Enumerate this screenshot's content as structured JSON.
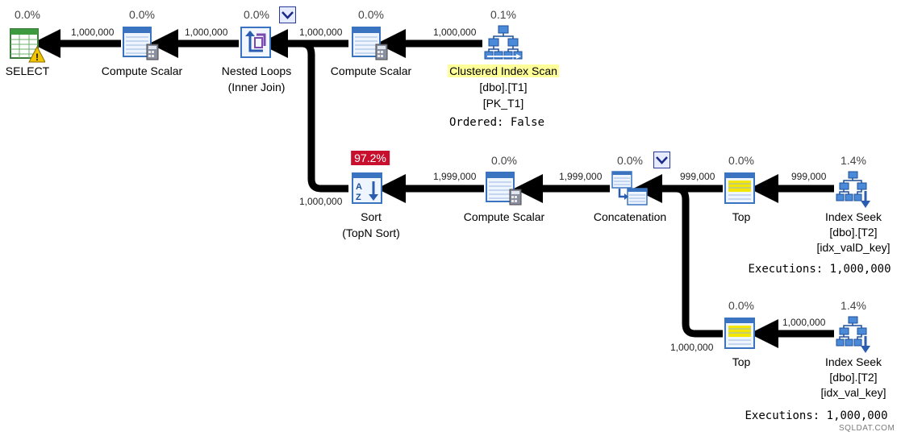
{
  "operators": {
    "select": {
      "pct": "0.0%",
      "label": "SELECT"
    },
    "compute_scalar_1": {
      "pct": "0.0%",
      "label": "Compute Scalar"
    },
    "nested_loops": {
      "pct": "0.0%",
      "label": "Nested Loops",
      "sub": "(Inner Join)"
    },
    "compute_scalar_2": {
      "pct": "0.0%",
      "label": "Compute Scalar"
    },
    "clustered_index_scan": {
      "pct": "0.1%",
      "label": "Clustered Index Scan",
      "line2": "[dbo].[T1]",
      "line3": "[PK_T1]",
      "note": "Ordered: False"
    },
    "sort": {
      "pct": "97.2%",
      "label": "Sort",
      "sub": "(TopN Sort)"
    },
    "compute_scalar_3": {
      "pct": "0.0%",
      "label": "Compute Scalar"
    },
    "concatenation": {
      "pct": "0.0%",
      "label": "Concatenation"
    },
    "top_1": {
      "pct": "0.0%",
      "label": "Top"
    },
    "index_seek_1": {
      "pct": "1.4%",
      "label": "Index Seek",
      "line2": "[dbo].[T2]",
      "line3": "[idx_valD_key]",
      "note": "Executions: 1,000,000"
    },
    "top_2": {
      "pct": "0.0%",
      "label": "Top"
    },
    "index_seek_2": {
      "pct": "1.4%",
      "label": "Index Seek",
      "line2": "[dbo].[T2]",
      "line3": "[idx_val_key]",
      "note": "Executions: 1,000,000"
    }
  },
  "arrows": {
    "cs1_to_select": "1,000,000",
    "nl_to_cs1": "1,000,000",
    "cs2_to_nl": "1,000,000",
    "scan_to_cs2": "1,000,000",
    "sort_to_nl": "1,000,000",
    "cs3_to_sort": "1,999,000",
    "concat_to_cs3": "1,999,000",
    "top1_to_concat": "999,000",
    "seek1_to_top1": "999,000",
    "top2_to_concat": "1,000,000",
    "seek2_to_top2": "1,000,000"
  },
  "watermark": "SQLDAT.COM",
  "colors": {
    "cost_highlight": "#c8102e",
    "selected_label_bg": "#ffff99",
    "arrow": "#000000"
  }
}
